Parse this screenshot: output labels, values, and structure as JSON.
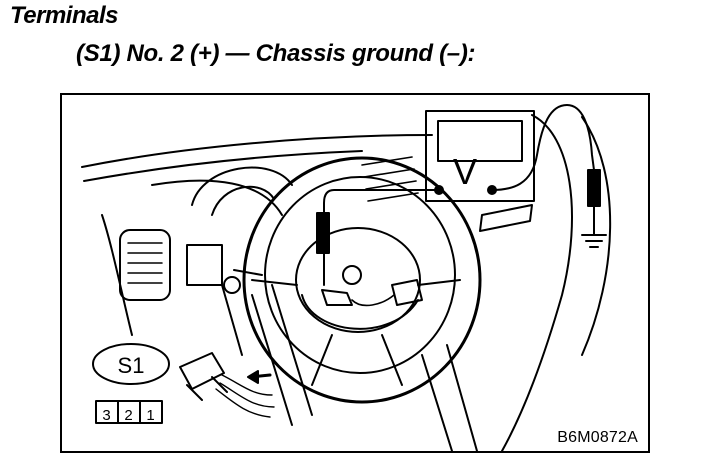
{
  "heading": "Terminals",
  "subheading": "(S1) No. 2 (+) — Chassis ground (–):",
  "figure": {
    "connector_label": "S1",
    "pins": [
      "3",
      "2",
      "1"
    ],
    "meter_symbol": "V",
    "figure_code": "B6M0872A"
  }
}
